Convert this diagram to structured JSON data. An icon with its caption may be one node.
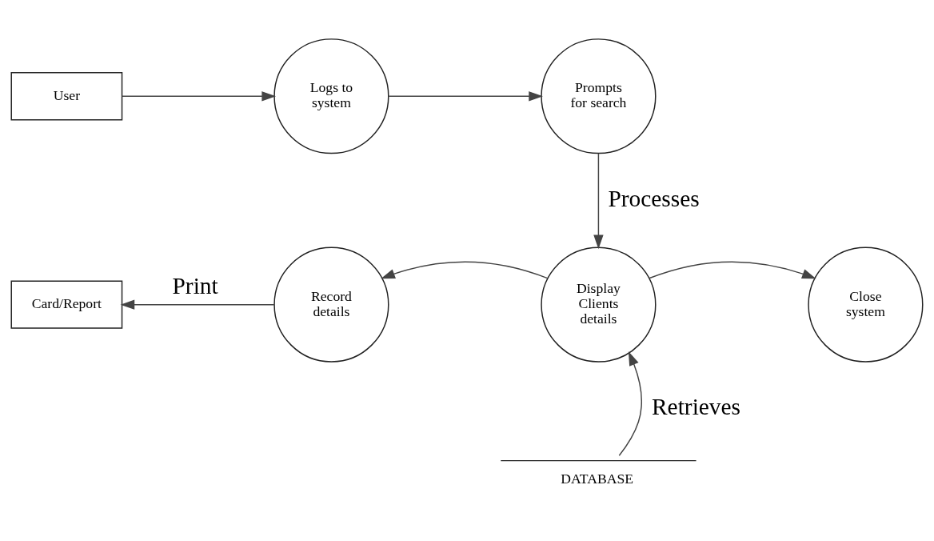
{
  "diagram": {
    "nodes": [
      {
        "text": [
          "User"
        ]
      },
      {
        "text": [
          "Logs to system"
        ]
      },
      {
        "text": [
          "Prompts for search"
        ]
      },
      {
        "text": [
          "Card/Report"
        ]
      },
      {
        "text": [
          "Record details"
        ]
      },
      {
        "text": [
          "Display Clients details"
        ]
      },
      {
        "text": [
          "Close system"
        ]
      },
      {
        "text": [
          "DATABASE"
        ]
      }
    ],
    "edges": [
      {
        "from": 0,
        "to": 1,
        "arrow": "to"
      },
      {
        "from": 1,
        "to": 2,
        "arrow": "to"
      },
      {
        "from": 2,
        "to": 5,
        "arrow": "to",
        "label": "Processes"
      },
      {
        "from": 5,
        "to": 4,
        "arrow": "to"
      },
      {
        "from": 4,
        "to": 3,
        "arrow": "to",
        "label": "Print"
      },
      {
        "from": 5,
        "to": 6,
        "arrow": "to"
      },
      {
        "from": 7,
        "to": 5,
        "arrow": "to",
        "label": "Retrieves"
      }
    ]
  }
}
